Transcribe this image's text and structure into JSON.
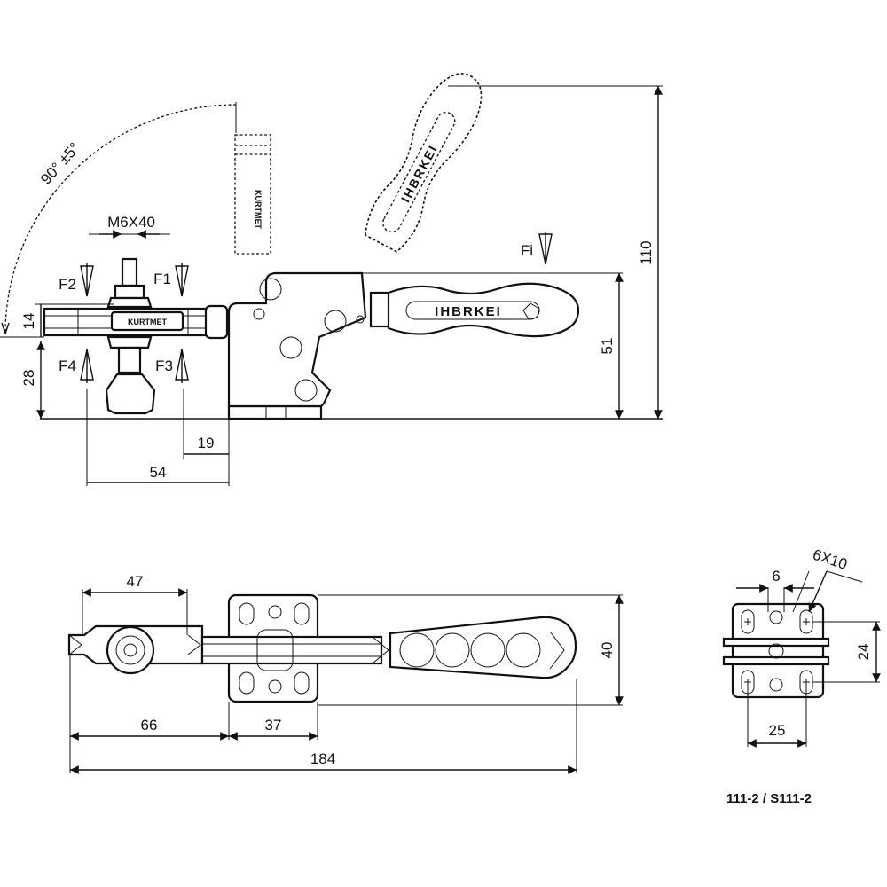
{
  "side_view": {
    "angle_label": "90° ±5°",
    "bolt_label": "M6X40",
    "forces": {
      "f1": "F1",
      "f2": "F2",
      "f3": "F3",
      "f4": "F4",
      "fi": "Fi"
    },
    "dims": {
      "d14": "14",
      "d28": "28",
      "d19": "19",
      "d54": "54",
      "d51": "51",
      "d110": "110"
    }
  },
  "top_view": {
    "dims": {
      "d47": "47",
      "d66": "66",
      "d37": "37",
      "d184": "184",
      "d40": "40"
    }
  },
  "end_view": {
    "dims": {
      "d6": "6",
      "slot": "6X10",
      "d24": "24",
      "d25": "25"
    }
  },
  "model_label": "111-2 / S111-2"
}
